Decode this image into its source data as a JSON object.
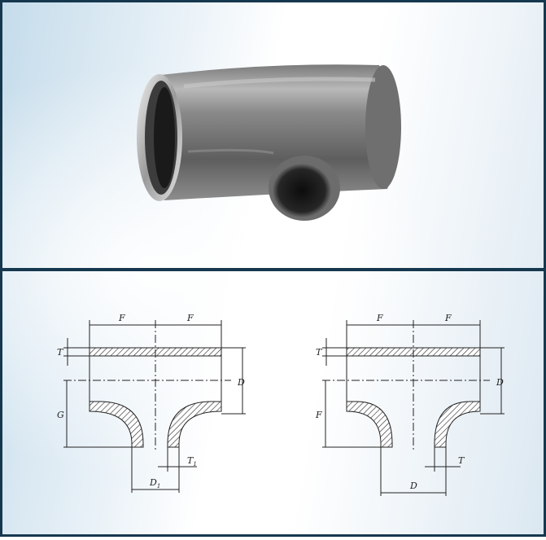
{
  "drawing_left": {
    "dim_top_left": "F",
    "dim_top_right": "F",
    "dim_wall": "T",
    "dim_run_diameter": "D",
    "dim_branch_height": "G",
    "dim_branch_wall": "T",
    "dim_branch_wall_sub": "1",
    "dim_branch_diameter": "D",
    "dim_branch_diameter_sub": "1"
  },
  "drawing_right": {
    "dim_top_left": "F",
    "dim_top_right": "F",
    "dim_wall": "T",
    "dim_run_diameter": "D",
    "dim_branch_height": "F",
    "dim_branch_wall": "T",
    "dim_branch_diameter": "D"
  }
}
